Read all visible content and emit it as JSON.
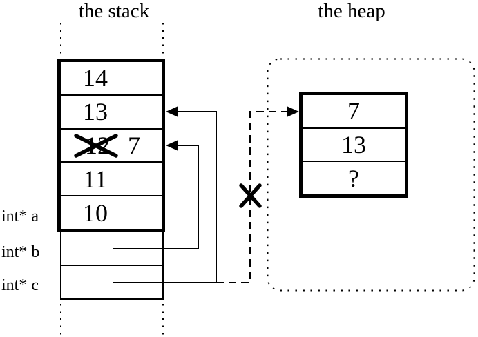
{
  "stack": {
    "title": "the stack",
    "cells": [
      {
        "value": "14"
      },
      {
        "value": "13"
      },
      {
        "old_value": "12",
        "new_value": "7",
        "crossed_out": true
      },
      {
        "value": "11"
      },
      {
        "value": "10"
      }
    ],
    "pointer_labels": {
      "a": "int* a",
      "b": "int* b",
      "c": "int* c"
    }
  },
  "heap": {
    "title": "the heap",
    "cells": [
      {
        "value": "7"
      },
      {
        "value": "13"
      },
      {
        "value": "?"
      }
    ]
  },
  "colors": {
    "ink": "#000000",
    "background": "#ffffff"
  }
}
